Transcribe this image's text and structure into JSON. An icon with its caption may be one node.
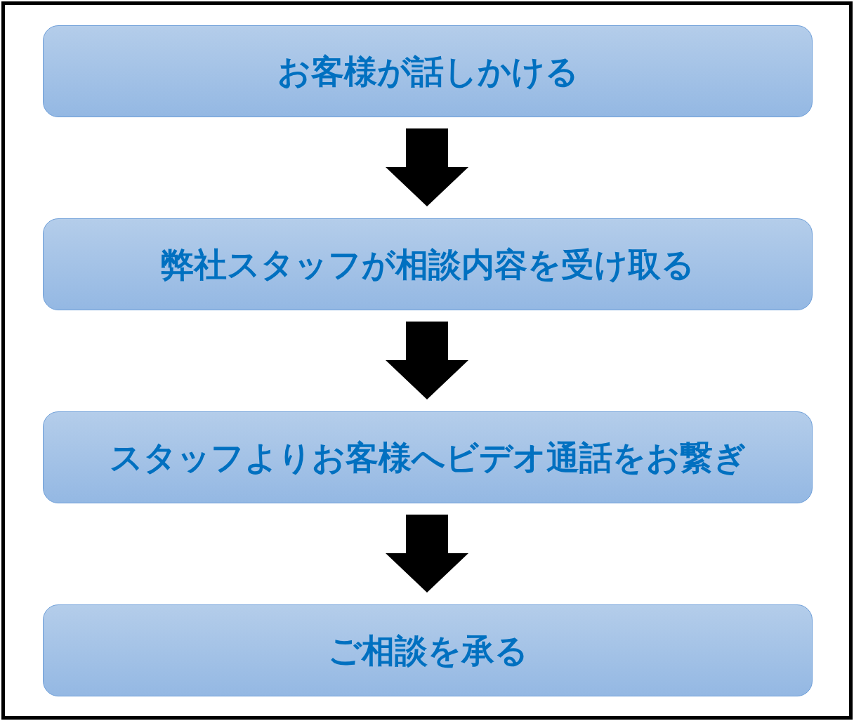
{
  "diagram": {
    "nodes": [
      {
        "text": [
          "お客様が話しかける"
        ]
      },
      {
        "text": [
          "弊社スタッフが相談内容を受け取る"
        ]
      },
      {
        "text": [
          "スタッフよりお客様へビデオ通話をお繋ぎ"
        ]
      },
      {
        "text": [
          "ご相談を承る"
        ]
      }
    ],
    "edges": [
      {
        "from": 0,
        "to": 1,
        "arrow": "to"
      },
      {
        "from": 1,
        "to": 2,
        "arrow": "to"
      },
      {
        "from": 2,
        "to": 3,
        "arrow": "to"
      }
    ]
  }
}
